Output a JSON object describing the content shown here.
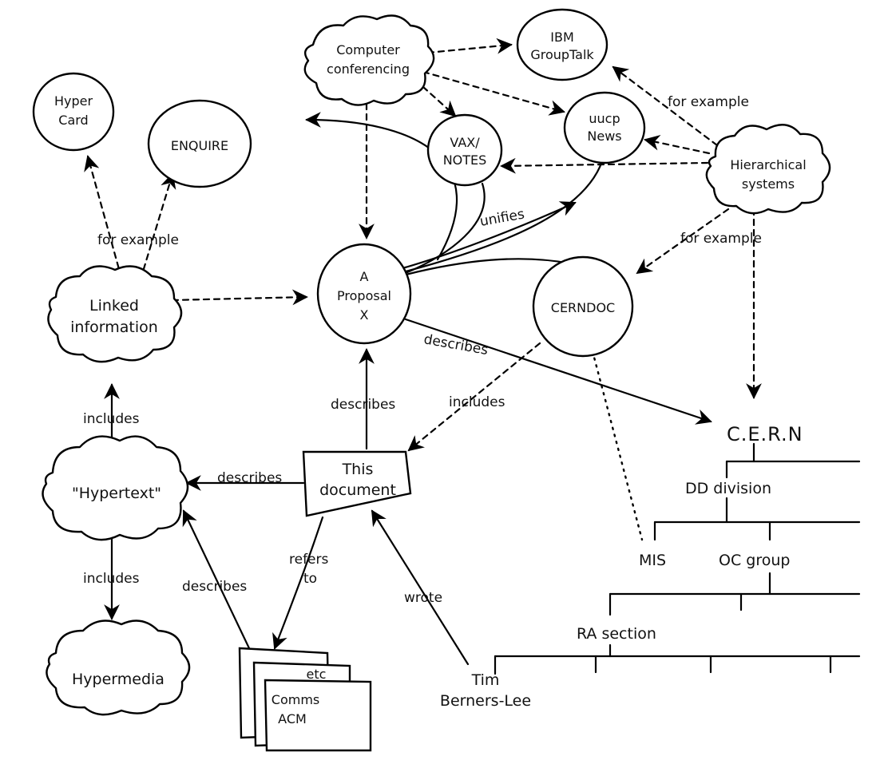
{
  "nodes": {
    "computer_conferencing": [
      "Computer",
      "conferencing"
    ],
    "ibm_grouptalk": [
      "IBM",
      "GroupTalk"
    ],
    "hypercard": [
      "Hyper",
      "Card"
    ],
    "enquire": "ENQUIRE",
    "uucp_news": [
      "uucp",
      "News"
    ],
    "vax_notes": [
      "VAX/",
      "NOTES"
    ],
    "hierarchical_systems": [
      "Hierarchical",
      "systems"
    ],
    "linked_information": [
      "Linked",
      "information"
    ],
    "proposal": [
      "A",
      "Proposal",
      "X"
    ],
    "cerndoc": "CERNDOC",
    "hypertext": "\"Hypertext\"",
    "this_document": [
      "This",
      "document"
    ],
    "hypermedia": "Hypermedia",
    "comms_acm": [
      "Comms",
      "ACM"
    ],
    "etc": "etc",
    "tim_berners_lee": [
      "Tim",
      "Berners-Lee"
    ]
  },
  "edge_labels": {
    "for_example_left": "for example",
    "for_example_top_right": "for example",
    "for_example_right": "for example",
    "unifies": "unifies",
    "describes_proposal_cern": "describes",
    "describes_doc_proposal": "describes",
    "includes_cerndoc_doc": "includes",
    "includes_hypertext_linked": "includes",
    "describes_doc_hypertext": "describes",
    "includes_hypertext_hypermedia": "includes",
    "describes_acm_hypertext": "describes",
    "refers_to": [
      "refers",
      "to"
    ],
    "wrote": "wrote"
  },
  "org_tree": {
    "root": "C.E.R.N",
    "division": "DD division",
    "mis": "MIS",
    "group": "OC group",
    "section": "RA section"
  }
}
